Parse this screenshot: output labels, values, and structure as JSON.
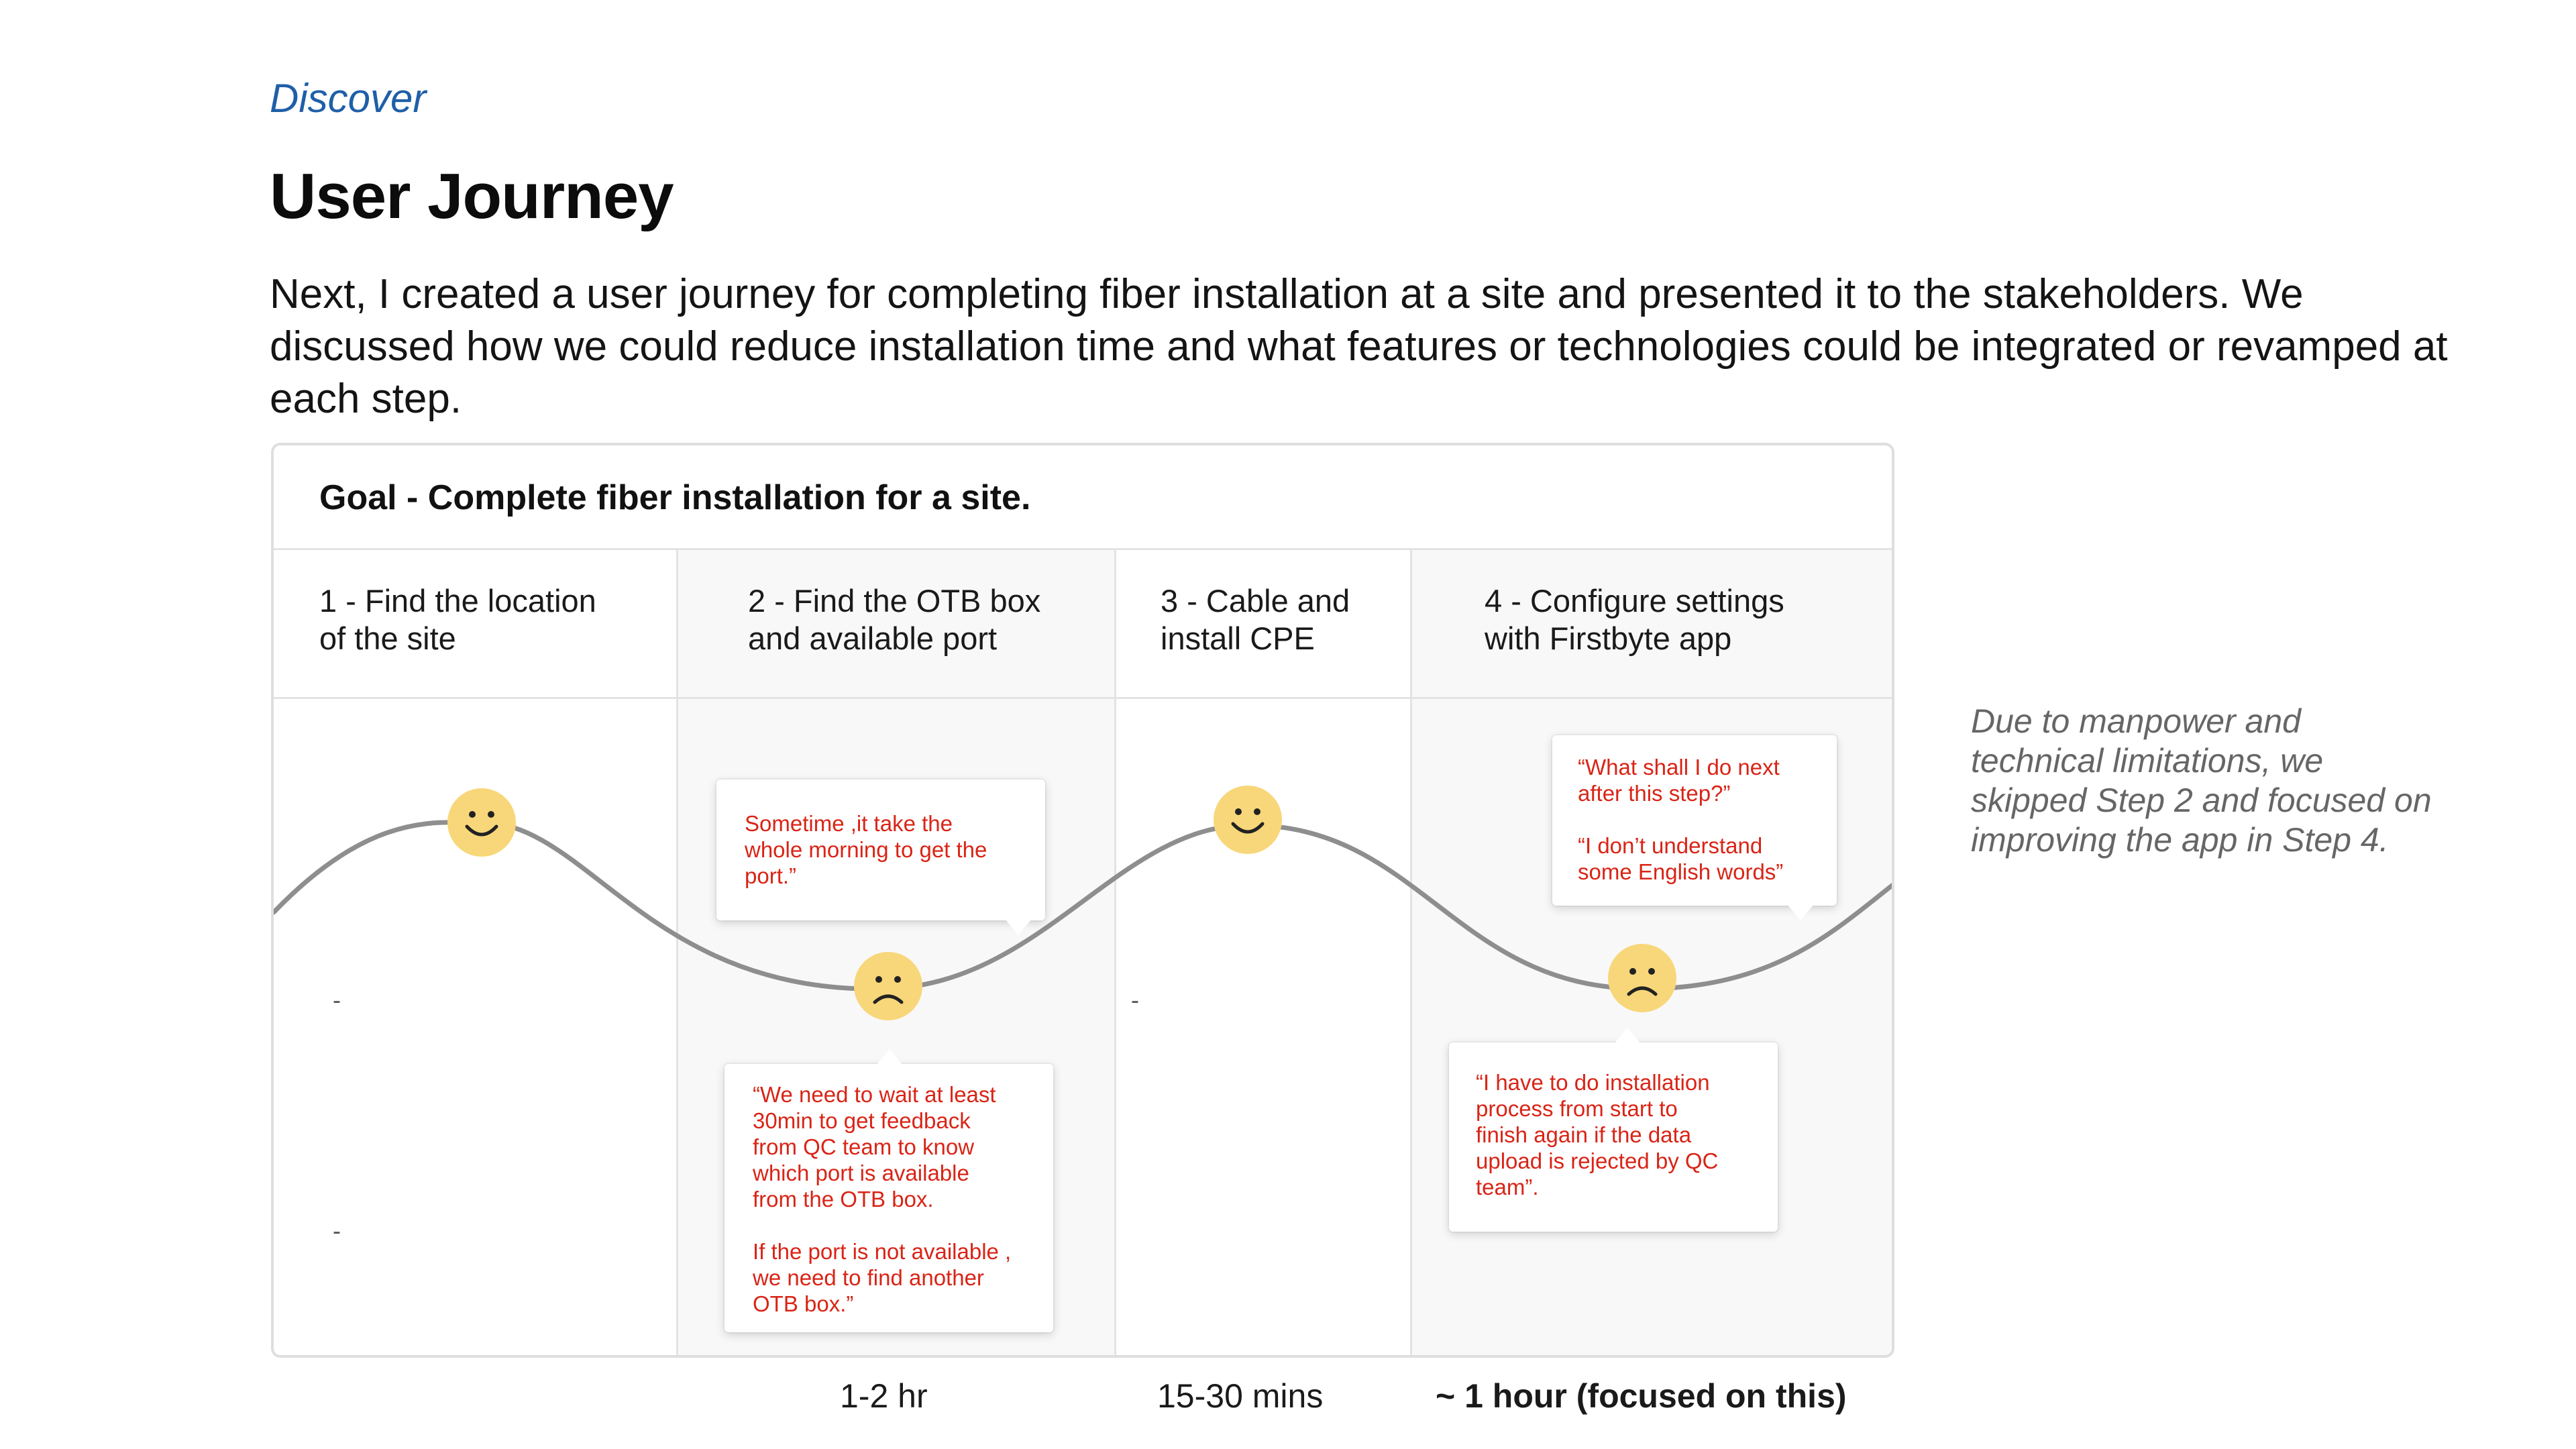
{
  "header": {
    "eyebrow": "Discover",
    "title": "User Journey",
    "intro": "Next, I created a user journey for completing fiber installation at a site and presented it to the stakeholders. We discussed how we could reduce installation time and what features or technologies could be integrated or revamped at each step."
  },
  "journey": {
    "goal": "Goal - Complete fiber installation for a site.",
    "steps": [
      {
        "label": "1 - Find the location\nof the site"
      },
      {
        "label": "2 - Find the OTB box\nand available port"
      },
      {
        "label": "3 - Cable and\ninstall CPE"
      },
      {
        "label": "4 - Configure settings\nwith Firstbyte app"
      }
    ],
    "placeholders": [
      "-",
      "-",
      "-"
    ],
    "emotions": [
      "happy-face-icon",
      "sad-face-icon",
      "happy-face-icon",
      "sad-face-icon"
    ],
    "quotes": {
      "step2_top": "Sometime ,it take the\nwhole morning to get the\nport.”",
      "step2_bottom_a": "“We need to wait at least\n30min to get feedback\nfrom QC team to know\nwhich port is available\nfrom the OTB box.",
      "step2_bottom_b": "If the port is not available ,\nwe need to find another\nOTB box.”",
      "step4_top_a": "“What shall I do next\nafter this step?”",
      "step4_top_b": "“I don’t understand\nsome English words”",
      "step4_bottom": "“I have to do installation\nprocess from start to\nfinish again if the data\nupload is rejected by QC\nteam”."
    },
    "durations": {
      "step2": "1-2 hr",
      "step3": "15-30 mins",
      "step4": "~ 1 hour (focused on this)"
    }
  },
  "side_note": "Due to manpower and technical limitations, we skipped Step 2 and focused on improving the app in Step 4.",
  "colors": {
    "accent_blue": "#1f5fa8",
    "quote_red": "#d92416",
    "face_yellow": "#f8d77a",
    "curve_gray": "#8e8e8e"
  }
}
